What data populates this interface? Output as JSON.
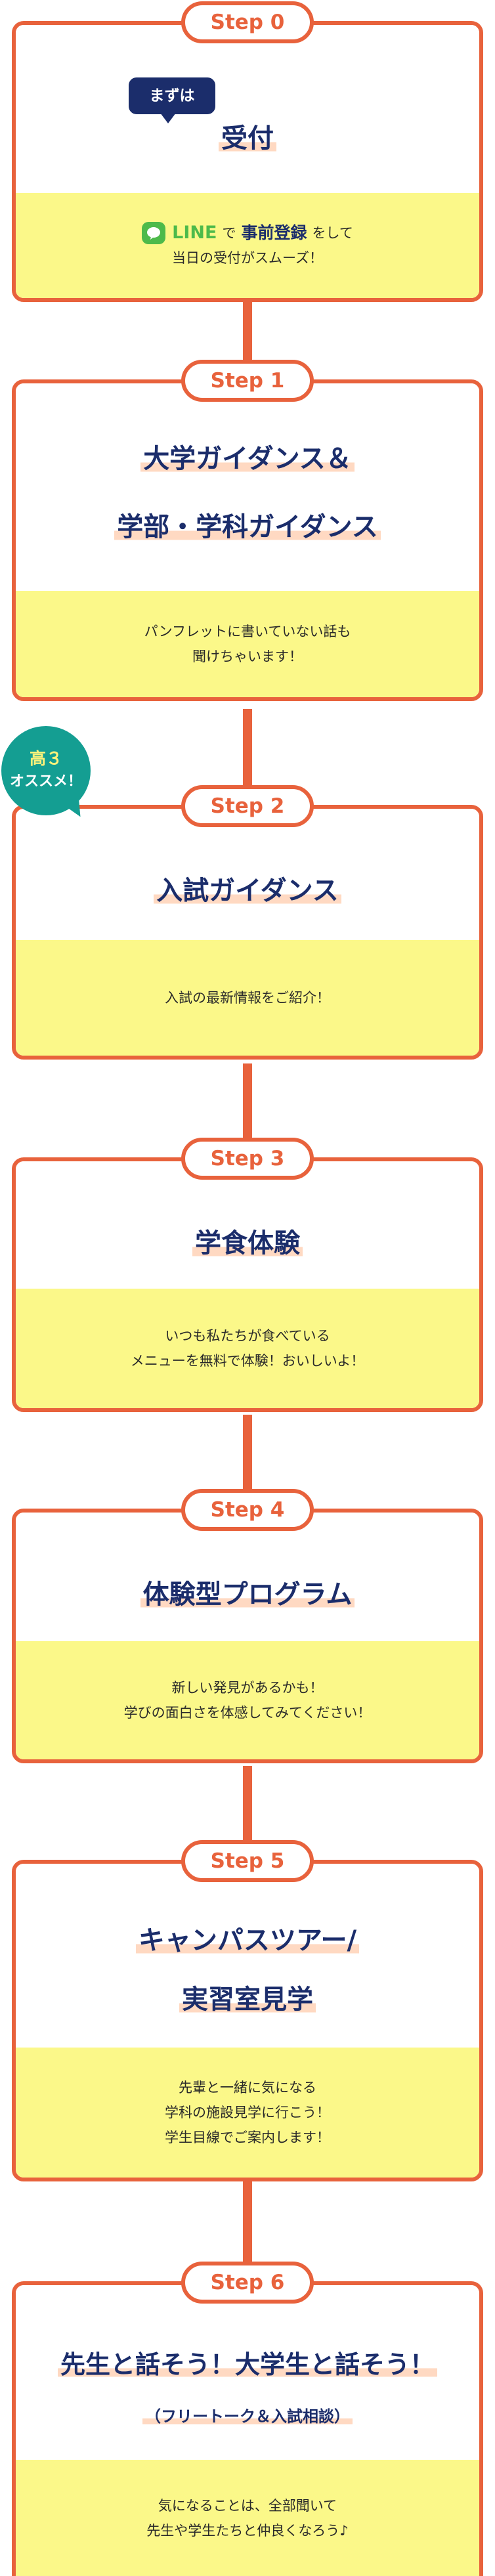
{
  "colors": {
    "accent": "#E8623C",
    "navy": "#1B2D6B",
    "highlight_yellow": "#FBF889",
    "title_marker": "#FFD9C2",
    "teal_badge": "#149E92",
    "line_green": "#4DBA4A"
  },
  "steps": [
    {
      "label": "Step 0",
      "badge": "まずは",
      "title": "受付",
      "line_brand": "LINE",
      "line_mid1": "で",
      "line_strong": "事前登録",
      "line_mid2": "をして",
      "desc": [
        "当日の受付がスムーズ！"
      ]
    },
    {
      "label": "Step 1",
      "title_lines": [
        "大学ガイダンス＆",
        "学部・学科ガイダンス"
      ],
      "desc": [
        "パンフレットに書いていない話も",
        "聞けちゃいます！"
      ]
    },
    {
      "label": "Step 2",
      "ribbon_line1": "高３",
      "ribbon_line2": "オススメ！",
      "title": "入試ガイダンス",
      "desc": [
        "入試の最新情報をご紹介！"
      ]
    },
    {
      "label": "Step 3",
      "title": "学食体験",
      "desc": [
        "いつも私たちが食べている",
        "メニューを無料で体験！おいしいよ！"
      ]
    },
    {
      "label": "Step 4",
      "title": "体験型プログラム",
      "desc": [
        "新しい発見があるかも！",
        "学びの面白さを体感してみてください！"
      ]
    },
    {
      "label": "Step 5",
      "title_lines": [
        "キャンパスツアー/",
        "実習室見学"
      ],
      "desc": [
        "先輩と一緒に気になる",
        "学科の施設見学に行こう！",
        "学生目線でご案内します！"
      ]
    },
    {
      "label": "Step 6",
      "title": "先生と話そう！大学生と話そう！",
      "subtitle": "（フリートーク＆入試相談）",
      "desc": [
        "気になることは、全部聞いて",
        "先生や学生たちと仲良くなろう♪"
      ]
    }
  ],
  "icons": [
    "line-logo-icon"
  ]
}
